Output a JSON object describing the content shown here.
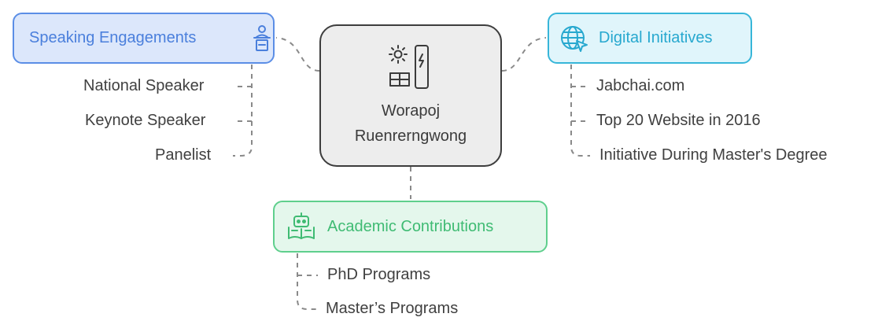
{
  "center": {
    "title_line1": "Worapoj",
    "title_line2": "Ruenrerngwong",
    "icon": "solar-panel-battery-icon"
  },
  "branches": {
    "speaking": {
      "label": "Speaking Engagements",
      "icon": "podium-speaker-icon",
      "color": "#5b8ee6",
      "items": [
        "National Speaker",
        "Keynote Speaker",
        "Panelist"
      ]
    },
    "digital": {
      "label": "Digital Initiatives",
      "icon": "globe-cursor-icon",
      "color": "#37b6d9",
      "items": [
        "Jabchai.com",
        "Top 20 Website in 2016",
        "Initiative During Master's Degree"
      ]
    },
    "academic": {
      "label": "Academic Contributions",
      "icon": "robot-book-icon",
      "color": "#5fcf8d",
      "items": [
        "PhD Programs",
        "Master’s Programs"
      ]
    }
  },
  "connector_color": "#8a8a8a"
}
